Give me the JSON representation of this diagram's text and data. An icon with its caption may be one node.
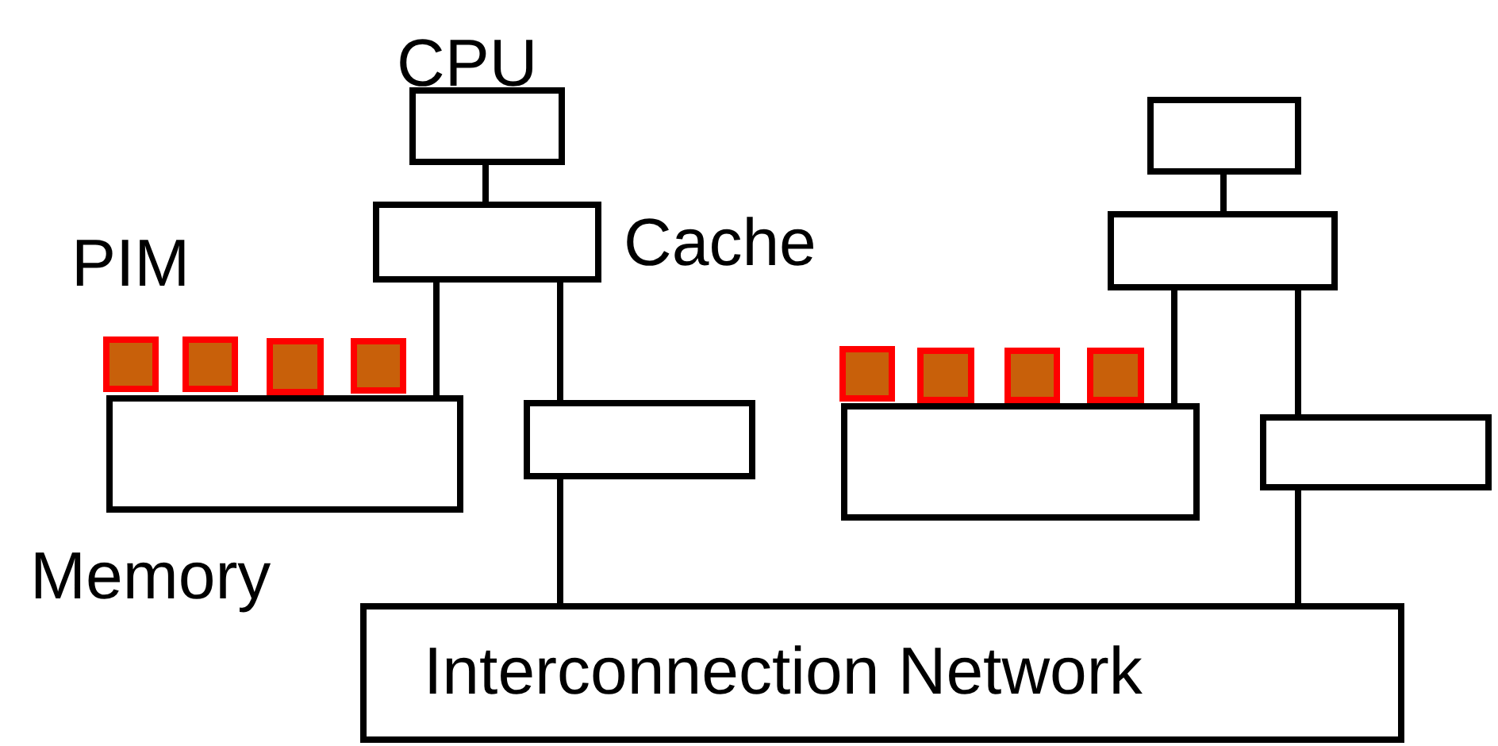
{
  "diagram": {
    "nodes": [
      {
        "text": [
          "CPU"
        ]
      },
      {
        "text": [
          "Cache"
        ]
      },
      {
        "text": [
          "Memory"
        ]
      },
      {
        "text": [],
        "shape": "box"
      },
      {
        "text": [],
        "shape": "box"
      },
      {
        "text": [],
        "shape": "box"
      },
      {
        "text": [],
        "shape": "box"
      },
      {
        "text": [],
        "shape": "box"
      },
      {
        "text": [
          "Interconnection Network"
        ]
      },
      {
        "text": [],
        "shape": "box"
      },
      {
        "text": [],
        "shape": "box"
      },
      {
        "text": [],
        "shape": "box"
      },
      {
        "text": [],
        "shape": "box"
      },
      {
        "text": [],
        "shape": "box"
      },
      {
        "text": [],
        "shape": "box"
      },
      {
        "text": [],
        "shape": "box"
      },
      {
        "text": [],
        "shape": "box"
      }
    ],
    "edges": [
      {
        "from": 0,
        "to": 1,
        "arrow": "none"
      },
      {
        "from": 1,
        "to": 2,
        "arrow": "none"
      },
      {
        "from": 1,
        "to": 7,
        "arrow": "none"
      },
      {
        "from": 7,
        "to": 8,
        "arrow": "none"
      },
      {
        "from": 9,
        "to": 10,
        "arrow": "none"
      },
      {
        "from": 10,
        "to": 11,
        "arrow": "none"
      },
      {
        "from": 10,
        "to": 16,
        "arrow": "none"
      },
      {
        "from": 16,
        "to": 8,
        "arrow": "none"
      }
    ],
    "labels": [
      "PIM"
    ]
  }
}
